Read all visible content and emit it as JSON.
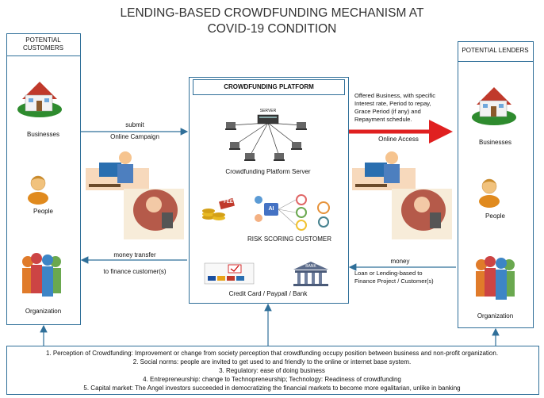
{
  "title": {
    "line1": "LENDING-BASED CROWDFUNDING MECHANISM AT",
    "line2": "COVID-19 CONDITION"
  },
  "customers": {
    "header_line1": "POTENTIAL",
    "header_line2": "CUSTOMERS",
    "businesses": "Businesses",
    "people": "People",
    "organization": "Organization"
  },
  "lenders": {
    "header": "POTENTIAL LENDERS",
    "businesses": "Businesses",
    "people": "People",
    "organization": "Organization"
  },
  "platform": {
    "header": "CROWDFUNDING PLATFORM",
    "server_label": "SERVER",
    "server_caption": "Crowdfunding Platform Server",
    "fee_label": "FEE",
    "ai_label": "AI",
    "risk_caption": "RISK SCORING CUSTOMER",
    "bank_label": "BANK",
    "payment_caption": "Credit Card / Paypall / Bank"
  },
  "left_arrows": {
    "submit_line1": "submit",
    "submit_line2": "Online Campaign",
    "transfer_line1": "money transfer",
    "transfer_line2": "to finance customer(s)"
  },
  "right_arrows": {
    "offer_line1": "Offered Business, with specific",
    "offer_line2": "Interest rate, Period to repay,",
    "offer_line3": "Grace Period (if any) and",
    "offer_line4": "Repayment schedule.",
    "online_access": "Online Access",
    "money": "money",
    "loan_line1": "Loan or Lending-based to",
    "loan_line2": "Finance Project / Customer(s)"
  },
  "factors": [
    "1. Perception of Crowdfunding: Improvement or change from society perception that crowdfunding occupy position between business and non-profit organization.",
    "2. Social norms: people are invited to get used to and friendly to the online or internet base system.",
    "3. Regulatory: ease of doing business",
    "4. Entrepreneurship: change to Technopreneurship; Technology: Readiness of crowdfunding",
    "5. Capital market: The Angel investors succeeded in democratizing the financial markets to become more egalitarian, unlike in banking"
  ],
  "colors": {
    "border": "#2f6f99",
    "red_arrow": "#e02020",
    "blue_arrow": "#2f6f99"
  }
}
